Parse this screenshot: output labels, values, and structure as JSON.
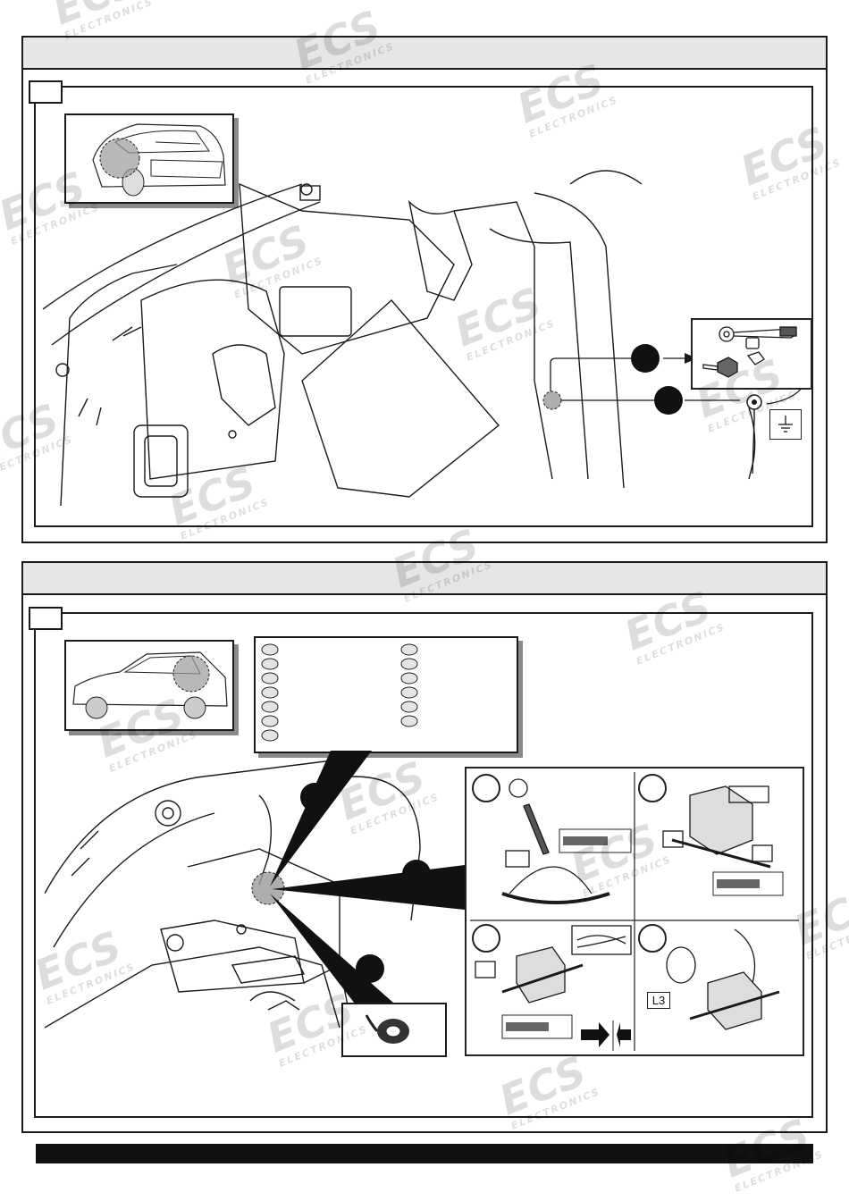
{
  "watermark": {
    "brand": "ECS",
    "sub": "ELECTRONICS"
  },
  "panel_top": {
    "header": "",
    "ground_symbol": "ground-icon"
  },
  "panel_bottom": {
    "header": "",
    "wire_legend_rows": 7,
    "sub_steps": [
      "",
      "",
      "",
      ""
    ],
    "cutter_label": "L3"
  },
  "colors": {
    "line": "#1a1a1a",
    "panel_header": "#e6e6e6",
    "highlight": "#8c8c8c",
    "shadow": "#8a8a8a"
  }
}
